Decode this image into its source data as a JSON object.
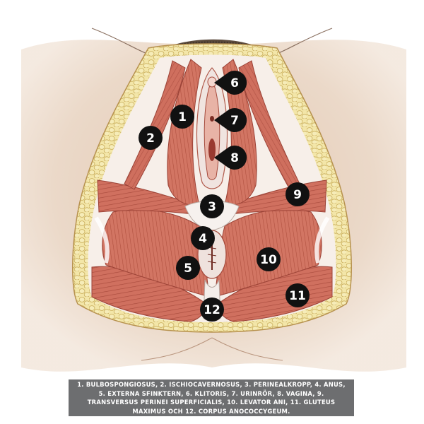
{
  "diagram": {
    "markers": [
      {
        "id": "1",
        "label": "1"
      },
      {
        "id": "2",
        "label": "2"
      },
      {
        "id": "3",
        "label": "3"
      },
      {
        "id": "4",
        "label": "4"
      },
      {
        "id": "5",
        "label": "5"
      },
      {
        "id": "6",
        "label": "6"
      },
      {
        "id": "7",
        "label": "7"
      },
      {
        "id": "8",
        "label": "8"
      },
      {
        "id": "9",
        "label": "9"
      },
      {
        "id": "10",
        "label": "10"
      },
      {
        "id": "11",
        "label": "11"
      },
      {
        "id": "12",
        "label": "12"
      }
    ],
    "caption": "1. BULBOSPONGIOSUS, 2. ISCHIOCAVERNOSUS, 3. PERINEALKROPP, 4. ANUS, 5. EXTERNA SFINKTERN, 6. KLITORIS, 7. URINRÖR, 8. VAGINA, 9. TRANSVERSUS PERINEI SUPERFICIALIS, 10. LEVATOR ANI, 11. GLUTEUS MAXIMUS OCH 12. CORPUS ANOCOCCYGEUM.",
    "colors": {
      "skin": "#ead7c6",
      "skin_shadow": "#d9bea8",
      "fat": "#f1e3a0",
      "fat_outline": "#c9ad5a",
      "muscle": "#cf6f5e",
      "muscle_dark": "#a9493e",
      "muscle_light": "#e59a88",
      "tendon": "#f4efec",
      "marker": "#111111",
      "caption_bg": "#6d6e70"
    }
  }
}
